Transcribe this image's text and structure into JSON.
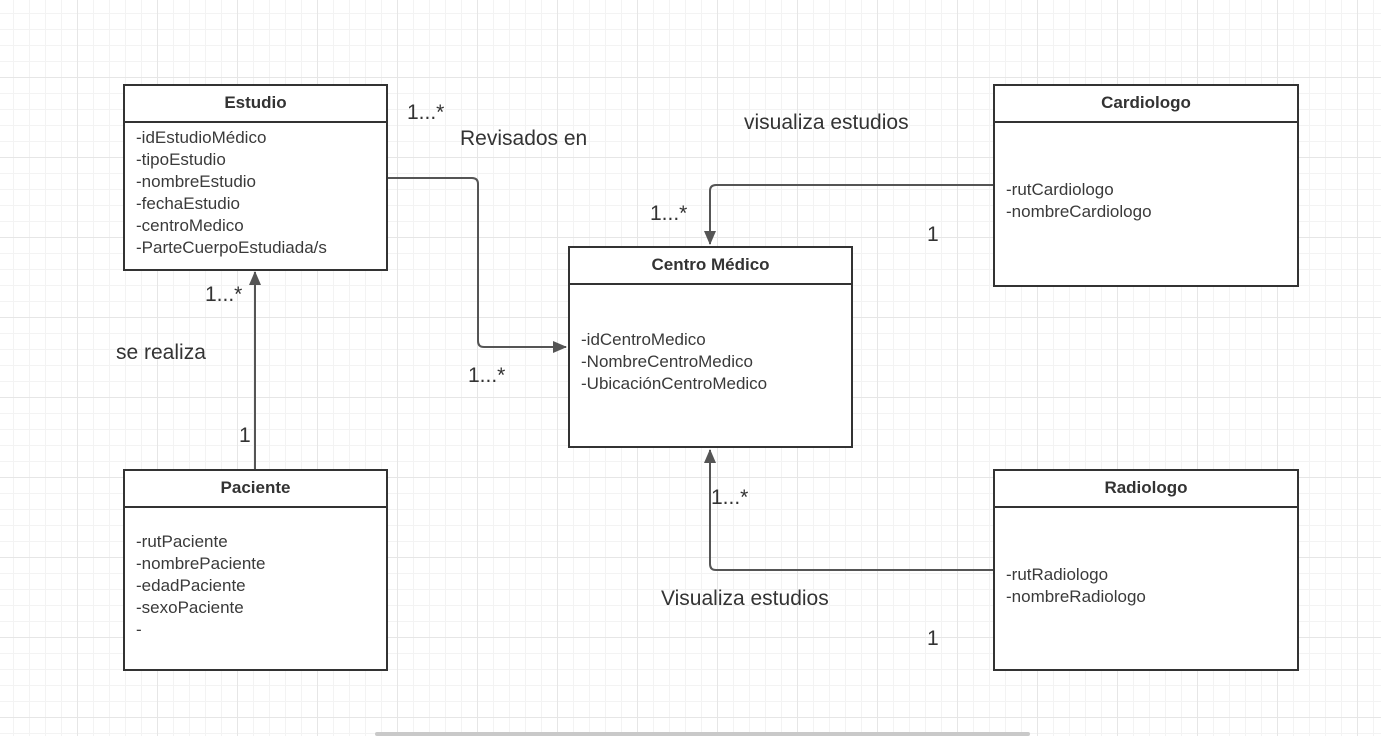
{
  "classes": {
    "estudio": {
      "title": "Estudio",
      "attributes": [
        "-idEstudioMédico",
        "-tipoEstudio",
        "-nombreEstudio",
        "-fechaEstudio",
        "-centroMedico",
        "-ParteCuerpoEstudiada/s"
      ]
    },
    "centro": {
      "title": "Centro Médico",
      "attributes": [
        "-idCentroMedico",
        "-NombreCentroMedico",
        "-UbicaciónCentroMedico"
      ]
    },
    "cardiologo": {
      "title": "Cardiologo",
      "attributes": [
        "-rutCardiologo",
        "-nombreCardiologo"
      ]
    },
    "paciente": {
      "title": "Paciente",
      "attributes": [
        "-rutPaciente",
        "-nombrePaciente",
        "-edadPaciente",
        "-sexoPaciente",
        "-"
      ]
    },
    "radiologo": {
      "title": "Radiologo",
      "attributes": [
        "-rutRadiologo",
        "-nombreRadiologo"
      ]
    }
  },
  "labels": {
    "estudio_centro_mult_source": "1...*",
    "revisados_en": "Revisados en",
    "estudio_centro_mult_target": "1...*",
    "visualiza_estudios_cardio": "visualiza estudios",
    "cardio_centro_mult_target": "1...*",
    "cardio_centro_mult_source": "1",
    "paciente_estudio_mult_target": "1...*",
    "se_realiza": "se realiza",
    "paciente_estudio_mult_source": "1",
    "radio_centro_mult_target": "1...*",
    "visualiza_estudios_radio": "Visualiza estudios",
    "radio_centro_mult_source": "1"
  },
  "colors": {
    "line": "#555555",
    "border": "#333333",
    "grid": "#e6e6e6"
  }
}
